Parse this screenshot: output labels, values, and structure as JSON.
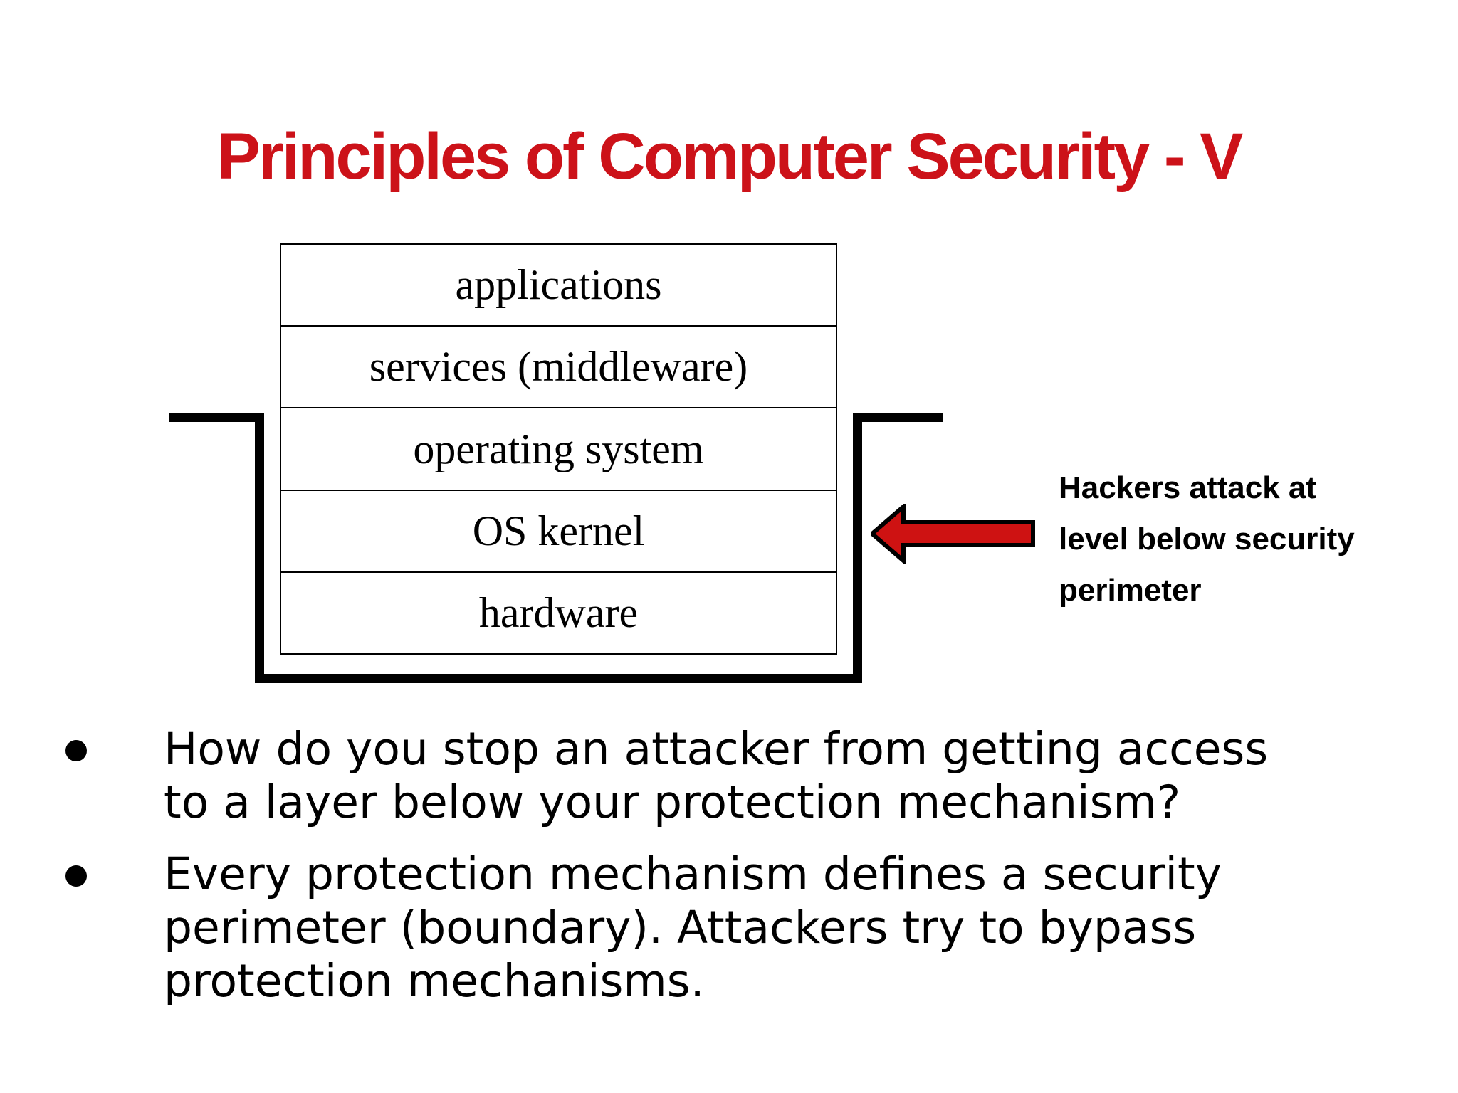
{
  "title": {
    "text": "Principles of Computer Security - V",
    "color": "#CC1219"
  },
  "diagram": {
    "layers": [
      "applications",
      "services (middleware)",
      "operating system",
      "OS kernel",
      "hardware"
    ],
    "perimeter_color": "#000000",
    "arrow": {
      "fill": "#CE1212",
      "outline": "#000000"
    },
    "annotation_lines": [
      "Hackers attack at",
      "level below security",
      "perimeter"
    ]
  },
  "bullets": [
    "How do you stop an attacker from getting access to a layer below your protection mechanism?",
    "Every protection mechanism defines a security perimeter (boundary). Attackers try to bypass protection mechanisms."
  ]
}
